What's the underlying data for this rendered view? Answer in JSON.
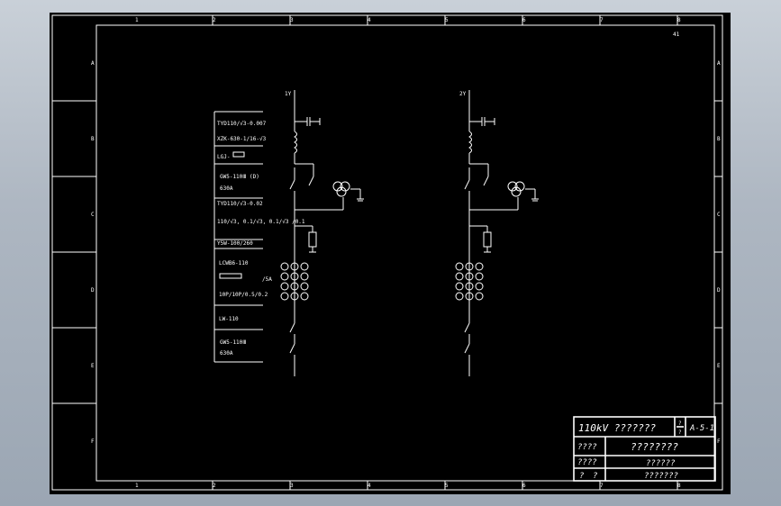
{
  "sheet": {
    "page_number": "41",
    "col_labels_top": [
      "1",
      "2",
      "3",
      "4",
      "5",
      "6",
      "7",
      "8"
    ],
    "col_labels_bottom": [
      "1",
      "2",
      "3",
      "4",
      "5",
      "6",
      "7",
      "8"
    ],
    "row_labels_left": [
      "A",
      "B",
      "C",
      "D",
      "E",
      "F"
    ],
    "row_labels_right": [
      "A",
      "B",
      "C",
      "D",
      "E",
      "F"
    ]
  },
  "schematic": {
    "bay1_label": "1Y",
    "bay2_label": "2Y",
    "legend": [
      "TYD110/√3-0.007",
      "XZK-630-1/16-√3",
      "LGJ-",
      "GW5-110Ⅲ  (D)",
      "630A",
      "TYD110/√3-0.02",
      "110/√3, 0.1/√3, 0.1/√3 /0.1",
      "Y5W-100/260",
      "LCWB6-110",
      "/5A",
      "10P/10P/0.5/0.2",
      "LW-110",
      "GW5-110Ⅲ",
      "630A"
    ]
  },
  "title_block": {
    "project_title": "110kV ???????",
    "sheet_frac_top": "?",
    "sheet_frac_bottom": "?",
    "drawing_number": "A-5-1",
    "row2_label": "????",
    "row2_value": "????????",
    "row3_label": "????",
    "row3_value": "??????",
    "row4_label_a": "?",
    "row4_label_b": "?",
    "row4_value": "???????"
  }
}
